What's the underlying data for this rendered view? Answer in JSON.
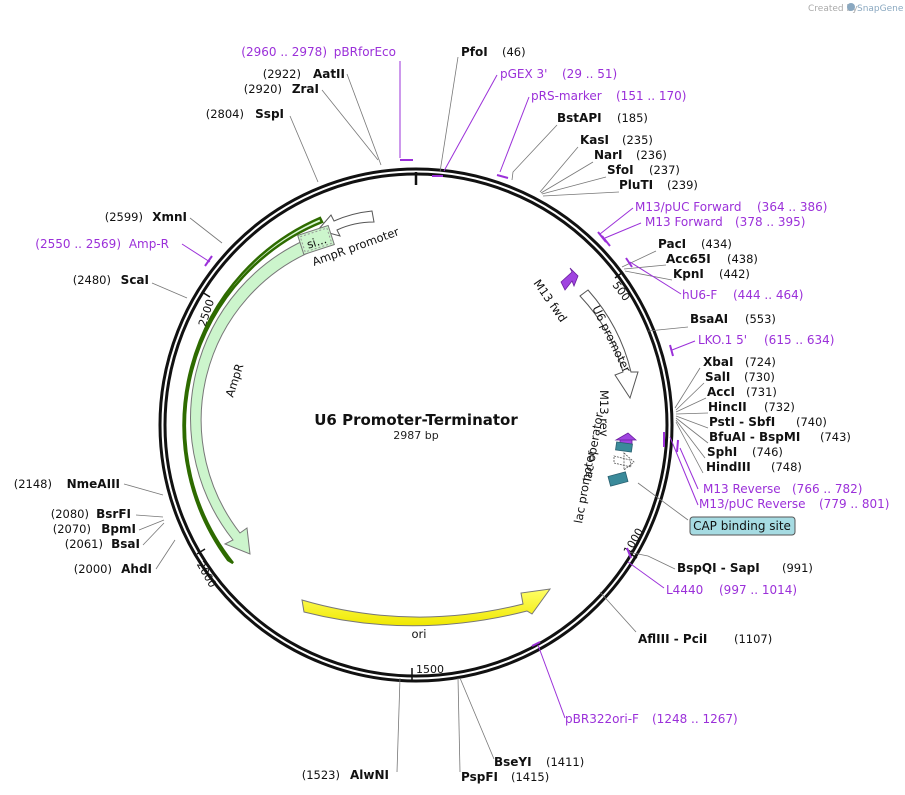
{
  "app": {
    "watermark_prefix": "Created by",
    "watermark_brand": "SnapGene"
  },
  "plasmid": {
    "name": "U6 Promoter-Terminator",
    "size": "2987 bp"
  },
  "ticks": [
    "500",
    "1000",
    "1500",
    "2000",
    "2500"
  ],
  "features": [
    {
      "label": "AmpR promoter"
    },
    {
      "label": "AmpR"
    },
    {
      "label": "si..."
    },
    {
      "label": "ori"
    },
    {
      "label": "M13 fwd"
    },
    {
      "label": "U6 promoter"
    },
    {
      "label": "M13 rev"
    },
    {
      "label": "lac operator"
    },
    {
      "label": "lac promoter"
    },
    {
      "label": "CAP binding site"
    }
  ],
  "enzymes": [
    {
      "name": "PfoI",
      "pos": "(46)"
    },
    {
      "name": "BstAPI",
      "pos": "(185)"
    },
    {
      "name": "KasI",
      "pos": "(235)"
    },
    {
      "name": "NarI",
      "pos": "(236)"
    },
    {
      "name": "SfoI",
      "pos": "(237)"
    },
    {
      "name": "PluTI",
      "pos": "(239)"
    },
    {
      "name": "PacI",
      "pos": "(434)"
    },
    {
      "name": "Acc65I",
      "pos": "(438)"
    },
    {
      "name": "KpnI",
      "pos": "(442)"
    },
    {
      "name": "BsaAI",
      "pos": "(553)"
    },
    {
      "name": "XbaI",
      "pos": "(724)"
    },
    {
      "name": "SalI",
      "pos": "(730)"
    },
    {
      "name": "AccI",
      "pos": "(731)"
    },
    {
      "name": "HincII",
      "pos": "(732)"
    },
    {
      "name": "PstI - SbfI",
      "pos": "(740)"
    },
    {
      "name": "BfuAI - BspMI",
      "pos": "(743)"
    },
    {
      "name": "SphI",
      "pos": "(746)"
    },
    {
      "name": "HindIII",
      "pos": "(748)"
    },
    {
      "name": "BspQI - SapI",
      "pos": "(991)"
    },
    {
      "name": "AflIII - PciI",
      "pos": "(1107)"
    },
    {
      "name": "BseYI",
      "pos": "(1411)"
    },
    {
      "name": "PspFI",
      "pos": "(1415)"
    },
    {
      "name": "AlwNI",
      "pos": "(1523)"
    },
    {
      "name": "AhdI",
      "pos": "(2000)"
    },
    {
      "name": "BsaI",
      "pos": "(2061)"
    },
    {
      "name": "BpmI",
      "pos": "(2070)"
    },
    {
      "name": "BsrFI",
      "pos": "(2080)"
    },
    {
      "name": "NmeAIII",
      "pos": "(2148)"
    },
    {
      "name": "ScaI",
      "pos": "(2480)"
    },
    {
      "name": "XmnI",
      "pos": "(2599)"
    },
    {
      "name": "SspI",
      "pos": "(2804)"
    },
    {
      "name": "ZraI",
      "pos": "(2920)"
    },
    {
      "name": "AatII",
      "pos": "(2922)"
    }
  ],
  "primers": [
    {
      "name": "pBRforEco",
      "range": "(2960 .. 2978)"
    },
    {
      "name": "pGEX 3'",
      "range": "(29 .. 51)"
    },
    {
      "name": "pRS-marker",
      "range": "(151 .. 170)"
    },
    {
      "name": "M13/pUC Forward",
      "range": "(364 .. 386)"
    },
    {
      "name": "M13 Forward",
      "range": "(378 .. 395)"
    },
    {
      "name": "hU6-F",
      "range": "(444 .. 464)"
    },
    {
      "name": "LKO.1 5'",
      "range": "(615 .. 634)"
    },
    {
      "name": "M13 Reverse",
      "range": "(766 .. 782)"
    },
    {
      "name": "M13/pUC Reverse",
      "range": "(779 .. 801)"
    },
    {
      "name": "L4440",
      "range": "(997 .. 1014)"
    },
    {
      "name": "pBR322ori-F",
      "range": "(1248 .. 1267)"
    },
    {
      "name": "Amp-R",
      "range": "(2550 .. 2569)"
    }
  ],
  "colors": {
    "primer": "#9b30d9",
    "ampr_fill": "#ccf5cc",
    "ampr_border": "#2e6b00",
    "ori_fill": "#ffff00",
    "lac_fill": "#3a8a9a",
    "cap_fill": "#a6dbe2"
  }
}
